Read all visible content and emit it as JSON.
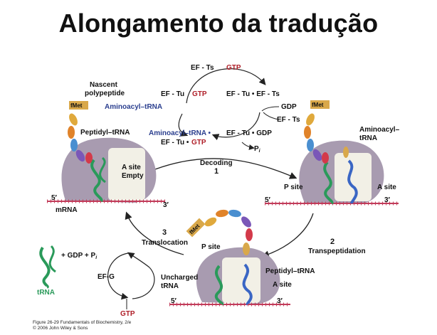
{
  "title": "Alongamento da tradução",
  "cycle": {
    "ef_ts_top": "EF - Ts",
    "gtp_top": "GTP",
    "ef_tu": "EF - Tu",
    "gtp_left": "GTP",
    "ef_tu_ef_ts": "EF - Tu • EF - Ts",
    "gdp": "GDP",
    "ef_ts_right": "EF - Ts",
    "aminoacyl_blue": "Aminoacyl–tRNA",
    "aminoacyl_complex": "Aminoacyl–tRNA •",
    "ef_tu_gtp": "EF - Tu • ",
    "gtp_complex": "GTP",
    "ef_tu_gdp": "EF - Tu • GDP",
    "pi": "P",
    "pi_sub": "i"
  },
  "steps": {
    "decoding_label": "Decoding",
    "decoding_num": "1",
    "transpeptidation_num": "2",
    "transpeptidation_label": "Transpeptidation",
    "translocation_num": "3",
    "translocation_label": "Translocation"
  },
  "left_ribosome": {
    "nascent": "Nascent",
    "polypeptide": "polypeptide",
    "fmet": "fMet",
    "peptidyl": "Peptidyl–tRNA",
    "a_site": "A site",
    "empty": "Empty",
    "five": "5′",
    "three": "3′",
    "mrna": "mRNA"
  },
  "right_ribosome": {
    "fmet": "fMet",
    "aminoacyl1": "Aminoacyl–",
    "aminoacyl2": "tRNA",
    "p_site": "P site",
    "a_site": "A site",
    "five": "5′",
    "three": "3′"
  },
  "bottom_ribosome": {
    "fmet": "fMet",
    "p_site": "P site",
    "peptidyl": "Peptidyl–tRNA",
    "uncharged1": "Uncharged",
    "uncharged2": "tRNA",
    "a_site": "A site",
    "five": "5′",
    "three": "3′"
  },
  "recycle": {
    "gdp_pi": "+ GDP + P",
    "pi_sub": "i",
    "ef_g": "EF-G",
    "trna": "tRNA",
    "gtp": "GTP"
  },
  "credit": {
    "line1": "Figure 26-29  Fundamentals of Biochemistry, 2/e",
    "line2": "© 2006 John Wiley & Sons"
  },
  "colors": {
    "ribosome": "#a89bb0",
    "green_trna": "#2a9a5a",
    "blue_trna": "#3a66c4",
    "fmet_box": "#d9a84a",
    "mrna": "#c23c5a",
    "red_text": "#b0202a",
    "blue_text": "#2b3f8f"
  }
}
